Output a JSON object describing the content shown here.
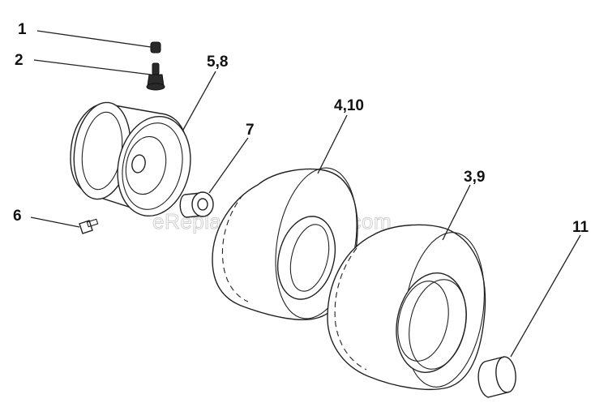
{
  "watermark": "eReplacementParts.com",
  "callouts": [
    {
      "id": "c1",
      "label": "1"
    },
    {
      "id": "c2",
      "label": "2"
    },
    {
      "id": "c58",
      "label": "5,8"
    },
    {
      "id": "c7",
      "label": "7"
    },
    {
      "id": "c410",
      "label": "4,10"
    },
    {
      "id": "c39",
      "label": "3,9"
    },
    {
      "id": "c6",
      "label": "6"
    },
    {
      "id": "c11",
      "label": "11"
    }
  ]
}
